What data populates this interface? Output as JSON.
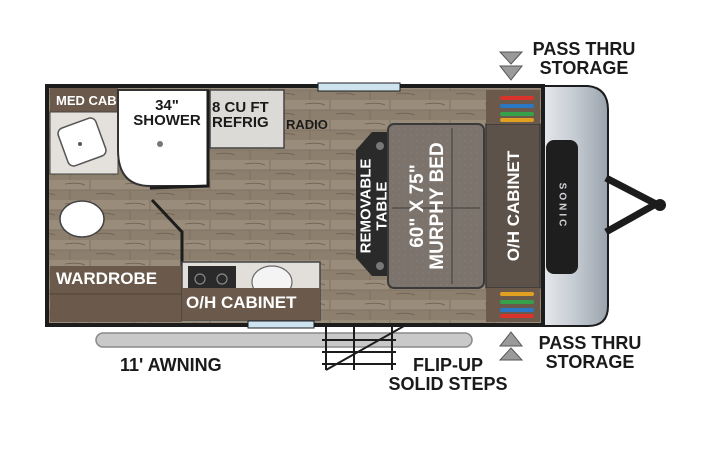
{
  "labels": {
    "med_cab": "MED CAB",
    "shower": "34\"\nSHOWER",
    "refrig": "8 CU FT\nREFRIG",
    "radio": "RADIO",
    "wardrobe": "WARDROBE",
    "oh_cabinet_bottom": "O/H CABINET",
    "removable_table": "REMOVABLE\nTABLE",
    "murphy_bed": "60\" X 75\"\nMURPHY BED",
    "oh_cabinet_front": "O/H CABINET",
    "pass_thru_top": "PASS THRU\nSTORAGE",
    "pass_thru_bottom": "PASS THRU\nSTORAGE",
    "awning": "11' AWNING",
    "steps": "FLIP-UP\nSOLID STEPS",
    "logo": "SONIC"
  },
  "colors": {
    "floor": "#8d7f6e",
    "wall": "#1c1c1c",
    "cabinet": "#6b5a4c",
    "bed": "#7a7068",
    "counter": "#d9d6d2",
    "arrow": "#7d7d7d"
  }
}
